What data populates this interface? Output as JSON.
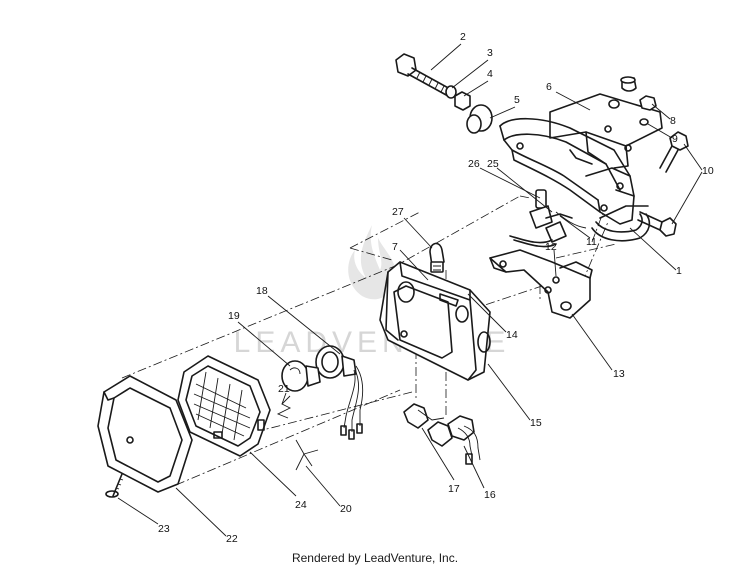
{
  "watermark": "LEADVENTURE",
  "footer": "Rendered by LeadVenture, Inc.",
  "callouts": {
    "c1": "1",
    "c2": "2",
    "c3": "3",
    "c4": "4",
    "c5": "5",
    "c6": "6",
    "c7": "7",
    "c8": "8",
    "c9": "9",
    "c10": "10",
    "c11": "11",
    "c12": "12",
    "c13": "13",
    "c14": "14",
    "c15": "15",
    "c16": "16",
    "c17": "17",
    "c18": "18",
    "c19": "19",
    "c20": "20",
    "c21": "21",
    "c22": "22",
    "c23": "23",
    "c24": "24",
    "c25": "25",
    "c26": "26",
    "c27": "27"
  }
}
